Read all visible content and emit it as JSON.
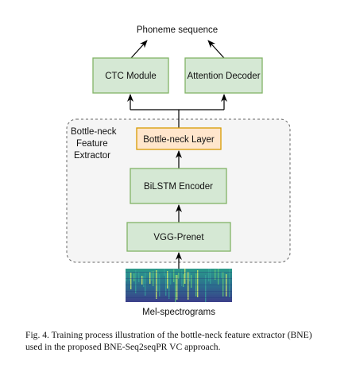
{
  "diagram": {
    "output_label": "Phoneme sequence",
    "ctc_module": "CTC Module",
    "attention_decoder": "Attention Decoder",
    "group_label": [
      "Bottle-neck",
      "Feature",
      "Extractor"
    ],
    "bottleneck_layer": "Bottle-neck Layer",
    "bilstm_encoder": "BiLSTM Encoder",
    "vgg_prenet": "VGG-Prenet",
    "input_label": "Mel-spectrograms",
    "colors": {
      "green_fill": "#d5e8d4",
      "green_stroke": "#82b366",
      "orange_fill": "#ffe6cc",
      "orange_stroke": "#d79b00",
      "group_fill": "#f5f5f5",
      "group_stroke": "#666666"
    }
  },
  "caption": {
    "line1": "Fig. 4.  Training process illustration of the bottle-neck feature extractor (BNE)",
    "line2": "used in the proposed BNE-Seq2seqPR VC approach."
  }
}
